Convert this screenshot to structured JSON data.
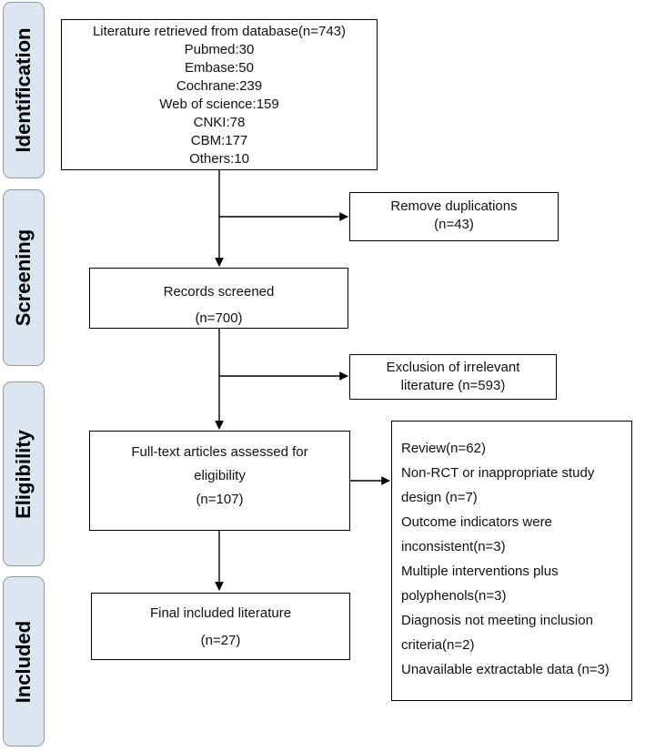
{
  "stages": [
    {
      "id": "identification",
      "label": "Identification"
    },
    {
      "id": "screening",
      "label": "Screening"
    },
    {
      "id": "eligibility",
      "label": "Eligibility"
    },
    {
      "id": "included",
      "label": "Included"
    }
  ],
  "identification_box": {
    "lines": [
      "Literature retrieved from database(n=743)",
      "Pubmed:30",
      "Embase:50",
      "Cochrane:239",
      "Web of science:159",
      "CNKI:78",
      "CBM:177",
      "Others:10"
    ]
  },
  "duplicates_box": {
    "lines": [
      "Remove duplications",
      "(n=43)"
    ]
  },
  "screened_box": {
    "lines": [
      "Records screened",
      "(n=700)"
    ]
  },
  "irrelevant_box": {
    "lines": [
      "Exclusion of irrelevant",
      "literature (n=593)"
    ]
  },
  "fulltext_box": {
    "lines": [
      "Full-text articles assessed for",
      "eligibility",
      "(n=107)"
    ]
  },
  "exclusions_box": {
    "lines": [
      "Review(n=62)",
      "Non-RCT or inappropriate study",
      "design (n=7)",
      "Outcome indicators were",
      "inconsistent(n=3)",
      "Multiple interventions plus",
      "polyphenols(n=3)",
      "Diagnosis not meeting inclusion",
      "criteria(n=2)",
      "Unavailable extractable data (n=3)"
    ]
  },
  "included_box": {
    "lines": [
      "Final included literature",
      "(n=27)"
    ]
  }
}
